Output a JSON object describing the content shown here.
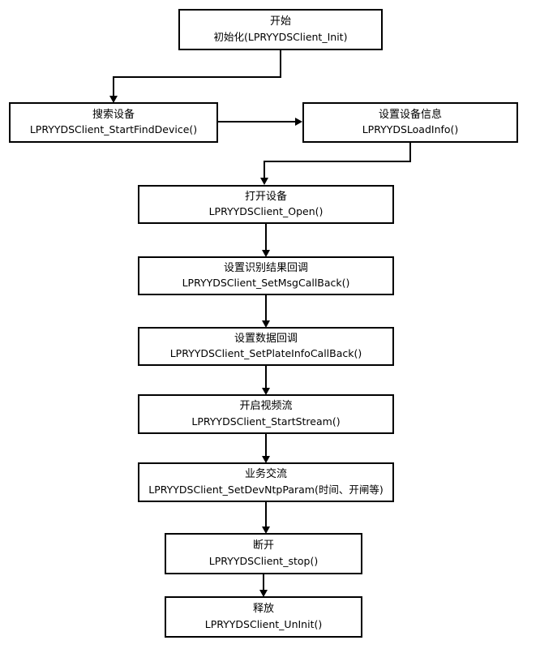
{
  "nodes": {
    "start": {
      "title": "开始",
      "code": "初始化(LPRYYDSClient_Init)"
    },
    "find": {
      "title": "搜索设备",
      "code": "LPRYYDSClient_StartFindDevice()"
    },
    "loadinfo": {
      "title": "设置设备信息",
      "code": "LPRYYDSLoadInfo()"
    },
    "open": {
      "title": "打开设备",
      "code": "LPRYYDSClient_Open()"
    },
    "msgcb": {
      "title": "设置识别结果回调",
      "code": "LPRYYDSClient_SetMsgCallBack()"
    },
    "platecb": {
      "title": "设置数据回调",
      "code": "LPRYYDSClient_SetPlateInfoCallBack()"
    },
    "stream": {
      "title": "开启视频流",
      "code": "LPRYYDSClient_StartStream()"
    },
    "business": {
      "title": "业务交流",
      "code": "LPRYYDSClient_SetDevNtpParam(时间、开闸等)"
    },
    "stop": {
      "title": "断开",
      "code": "LPRYYDSClient_stop()"
    },
    "release": {
      "title": "释放",
      "code": "LPRYYDSClient_UnInit()"
    }
  },
  "edges": [
    [
      "start",
      "find"
    ],
    [
      "find",
      "loadinfo"
    ],
    [
      "loadinfo",
      "open"
    ],
    [
      "open",
      "msgcb"
    ],
    [
      "msgcb",
      "platecb"
    ],
    [
      "platecb",
      "stream"
    ],
    [
      "stream",
      "business"
    ],
    [
      "business",
      "stop"
    ],
    [
      "stop",
      "release"
    ]
  ]
}
